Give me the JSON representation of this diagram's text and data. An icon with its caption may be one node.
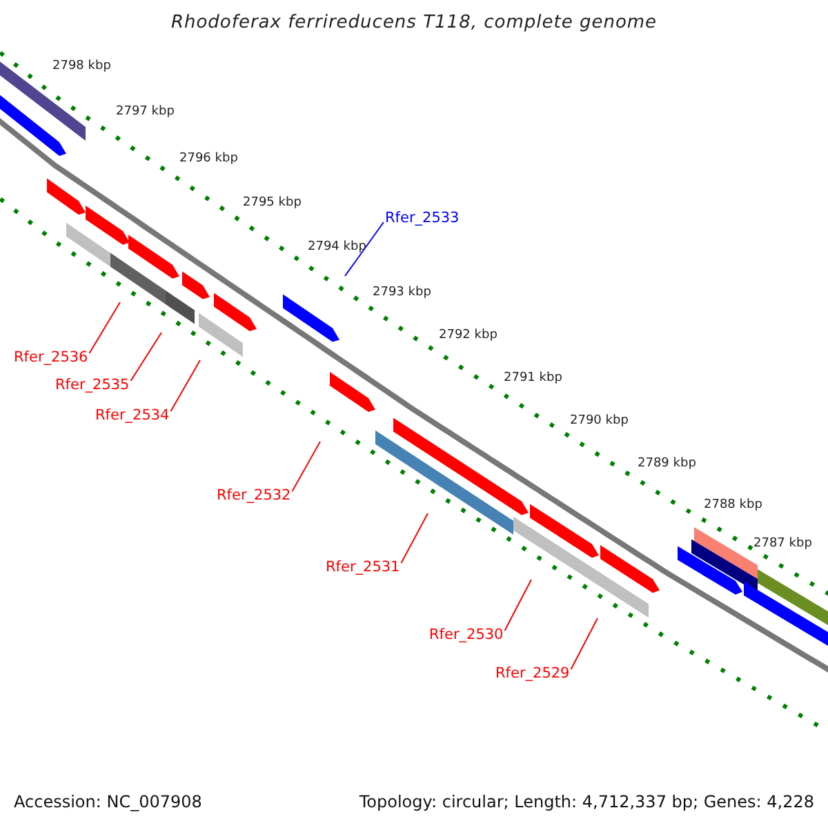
{
  "diagram": {
    "title": "Rhodoferax ferrireducens T118, complete genome",
    "nodes": [
      {
        "text": [
          "Rfer_2533"
        ]
      },
      {
        "text": [
          "Rfer_2536"
        ]
      },
      {
        "text": [
          "Rfer_2535"
        ]
      },
      {
        "text": [
          "Rfer_2534"
        ]
      },
      {
        "text": [
          "Rfer_2532"
        ]
      },
      {
        "text": [
          "Rfer_2531"
        ]
      },
      {
        "text": [
          "Rfer_2530"
        ]
      },
      {
        "text": [
          "Rfer_2529"
        ]
      }
    ],
    "edges": [
      {
        "from": 0,
        "to": null,
        "arrow": "none",
        "color": "#0000ff"
      },
      {
        "from": 1,
        "to": null,
        "arrow": "none"
      },
      {
        "from": 2,
        "to": null,
        "arrow": "none"
      },
      {
        "from": 3,
        "to": null,
        "arrow": "none"
      },
      {
        "from": 4,
        "to": null,
        "arrow": "none"
      },
      {
        "from": 5,
        "to": null,
        "arrow": "none"
      },
      {
        "from": 6,
        "to": null,
        "arrow": "none"
      },
      {
        "from": 7,
        "to": null,
        "arrow": "none"
      }
    ],
    "labels": [
      "2798 kbp",
      "2797 kbp",
      "2796 kbp",
      "2795 kbp",
      "2794 kbp",
      "2793 kbp",
      "2792 kbp",
      "2791 kbp",
      "2790 kbp",
      "2789 kbp",
      "2788 kbp",
      "2787 kbp",
      "Accession: NC_007908",
      "Topology: circular; Length: 4,712,337 bp; Genes: 4,228"
    ]
  }
}
